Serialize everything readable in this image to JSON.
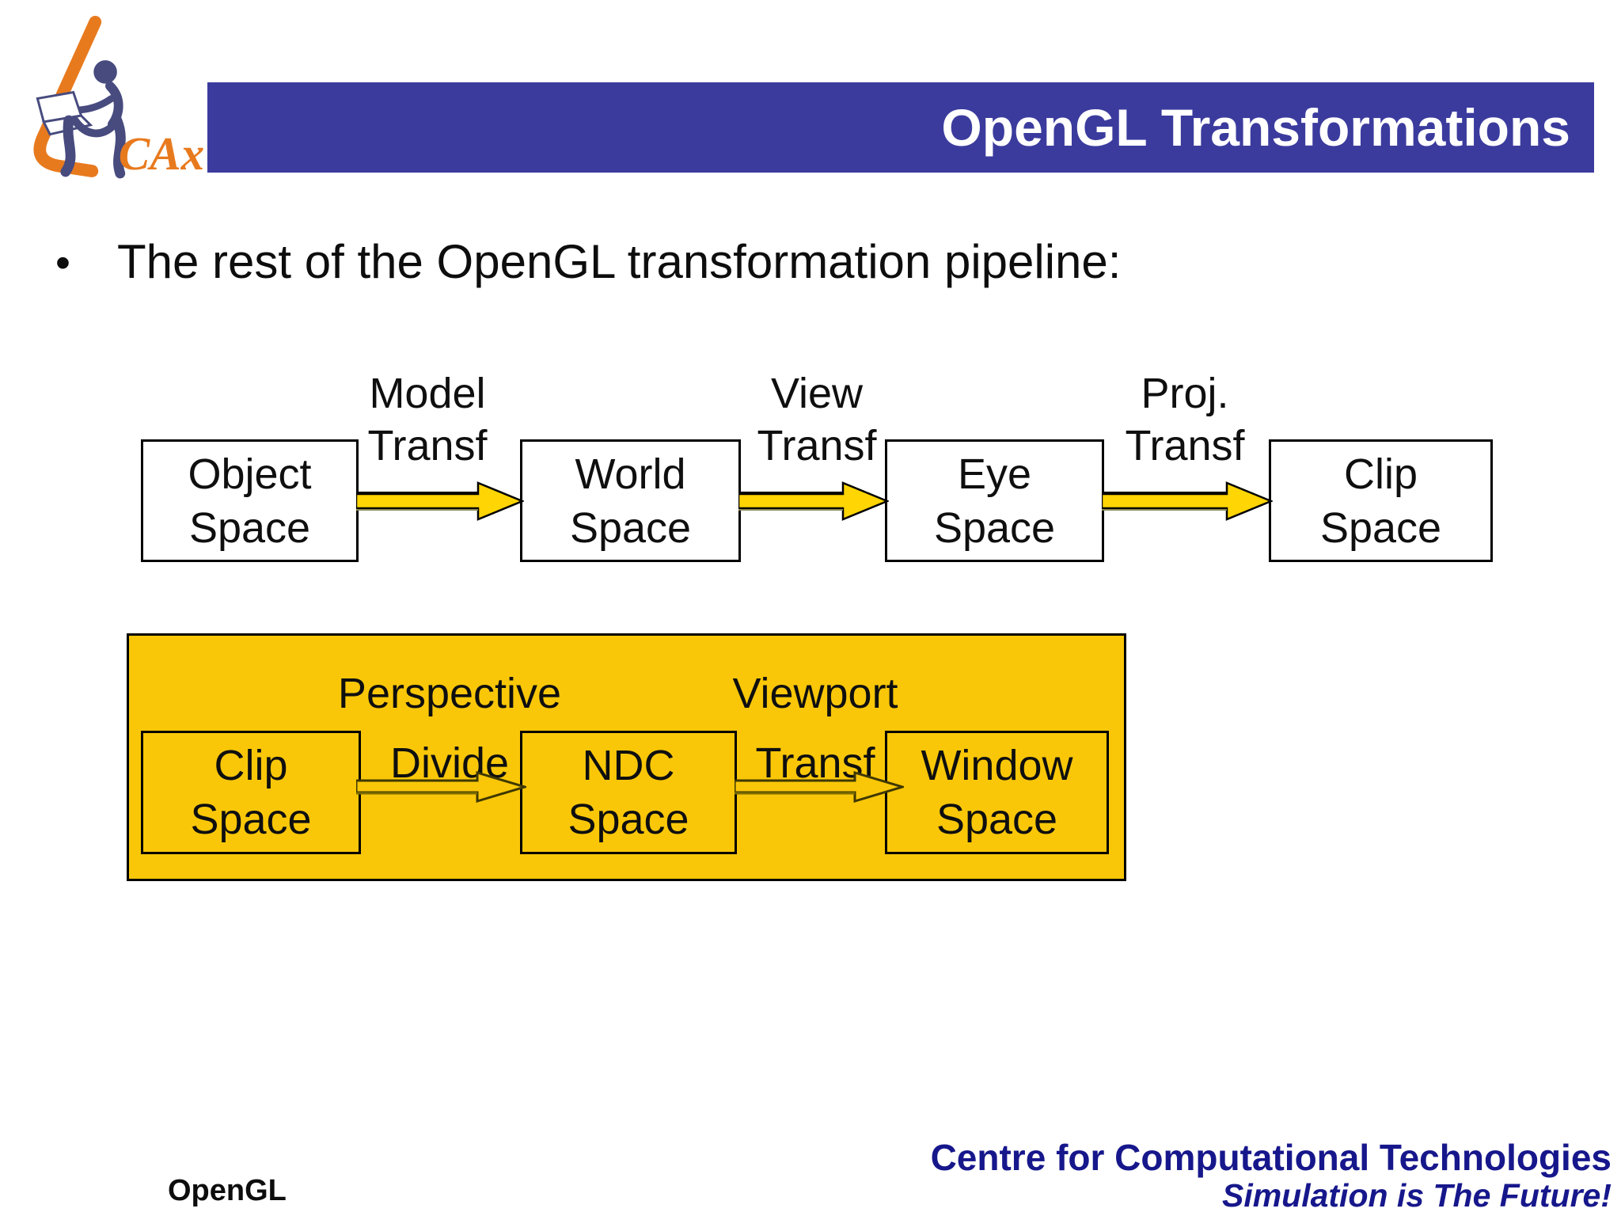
{
  "logo": {
    "brand": "CAx"
  },
  "header": {
    "title": "OpenGL Transformations"
  },
  "bullet": {
    "marker": "•",
    "text": "The rest of the OpenGL transformation pipeline:"
  },
  "diagram1": {
    "boxes": [
      {
        "line1": "Object",
        "line2": "Space"
      },
      {
        "line1": "World",
        "line2": "Space"
      },
      {
        "line1": "Eye",
        "line2": "Space"
      },
      {
        "line1": "Clip",
        "line2": "Space"
      }
    ],
    "arrows": [
      {
        "line1": "Model",
        "line2": "Transf"
      },
      {
        "line1": "View",
        "line2": "Transf"
      },
      {
        "line1": "Proj.",
        "line2": "Transf"
      }
    ]
  },
  "diagram2": {
    "boxes": [
      {
        "line1": "Clip",
        "line2": "Space"
      },
      {
        "line1": "NDC",
        "line2": "Space"
      },
      {
        "line1": "Window",
        "line2": "Space"
      }
    ],
    "arrows": [
      {
        "line1": "Perspective",
        "line2": "Divide"
      },
      {
        "line1": "Viewport",
        "line2": "Transf"
      }
    ]
  },
  "footer": {
    "left_label": "OpenGL",
    "org": "Centre for Computational Technologies",
    "tagline": "Simulation is The Future!"
  },
  "colors": {
    "header_bar": "#3B3B9E",
    "panel_gold": "#F9C708",
    "arrow_yellow": "#FFD503",
    "footer_navy": "#17178C",
    "logo_orange": "#E87A1E",
    "logo_blue": "#474B7E"
  }
}
